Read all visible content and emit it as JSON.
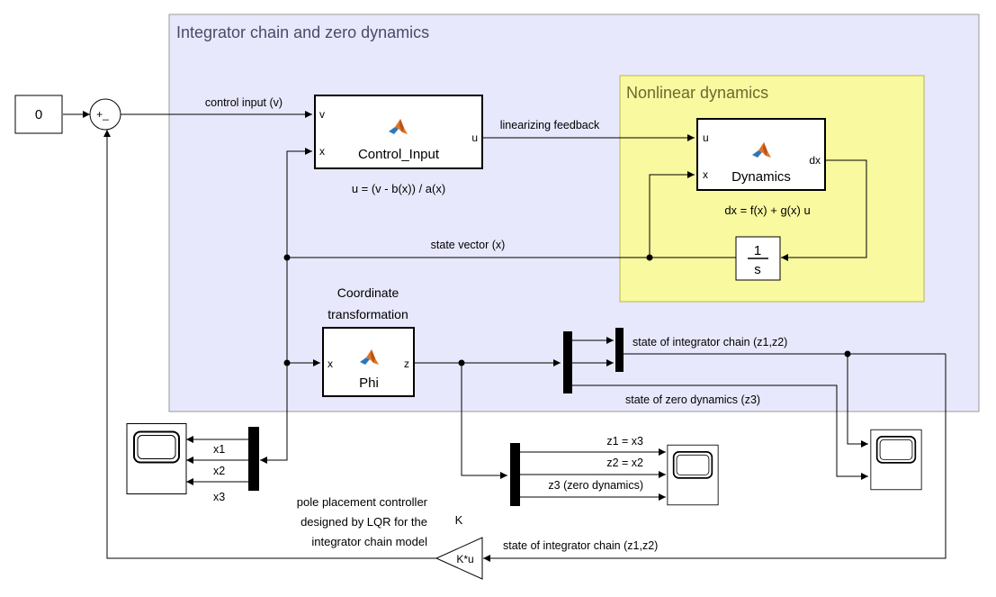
{
  "areas": {
    "integrator": {
      "title": "Integrator chain and zero dynamics",
      "fill": "#e8e8fc",
      "stroke": "#9a9a9a"
    },
    "nonlinear": {
      "title": "Nonlinear dynamics",
      "fill": "#f9f9a0",
      "stroke": "#b7b74a"
    }
  },
  "blocks": {
    "constant": {
      "value": "0"
    },
    "sum": {
      "signs": "+_"
    },
    "control_input": {
      "title": "Control_Input",
      "port_v": "v",
      "port_x": "x",
      "port_u": "u",
      "equation": "u = (v - b(x)) / a(x)"
    },
    "dynamics": {
      "title": "Dynamics",
      "port_u": "u",
      "port_x": "x",
      "port_dx": "dx",
      "equation": "dx = f(x) + g(x) u"
    },
    "integrator": {
      "numerator": "1",
      "denominator": "s"
    },
    "phi": {
      "title": "Phi",
      "port_x": "x",
      "port_z": "z",
      "caption_line1": "Coordinate",
      "caption_line2": "transformation"
    },
    "gain": {
      "value": "K*u",
      "name": "K",
      "note_line1": "pole placement controller",
      "note_line2": "designed by LQR for the",
      "note_line3": "integrator chain model"
    }
  },
  "signals": {
    "control_input": "control input (v)",
    "linearizing_feedback": "linearizing feedback",
    "state_vector": "state vector (x)",
    "integrator_chain_state": "state of integrator chain (z1,z2)",
    "zero_dynamics_state": "state of zero dynamics (z3)",
    "gain_input": "state of integrator chain (z1,z2)",
    "x1": "x1",
    "x2": "x2",
    "x3": "x3",
    "z1": "z1 = x3",
    "z2": "z2 = x2",
    "z3": "z3 (zero dynamics)"
  },
  "colors": {
    "matlab_icon_orange": "#e3731f",
    "matlab_icon_blue": "#2e77b8"
  },
  "icons": [
    "matlab-function-icon",
    "scope-icon"
  ]
}
